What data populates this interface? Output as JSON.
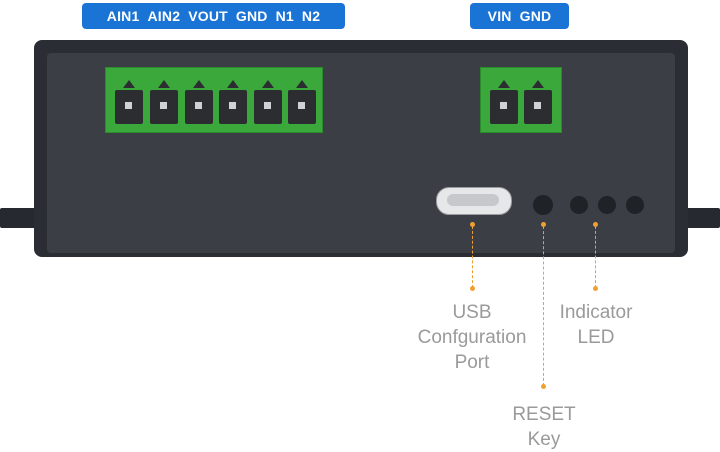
{
  "top_labels": {
    "left": [
      "AIN1",
      "AIN2",
      "VOUT",
      "GND",
      "N1",
      "N2"
    ],
    "right": [
      "VIN",
      "GND"
    ]
  },
  "callouts": {
    "usb": [
      "USB",
      "Confguration",
      "Port"
    ],
    "reset": [
      "RESET",
      "Key"
    ],
    "indicator": [
      "Indicator",
      "LED"
    ]
  },
  "colors": {
    "label_pill": "#1a74d6",
    "terminal_green": "#3aa83a",
    "case": "#3b3e45",
    "leader_line": "#f0a030",
    "callout_text": "#9a9a9a"
  }
}
